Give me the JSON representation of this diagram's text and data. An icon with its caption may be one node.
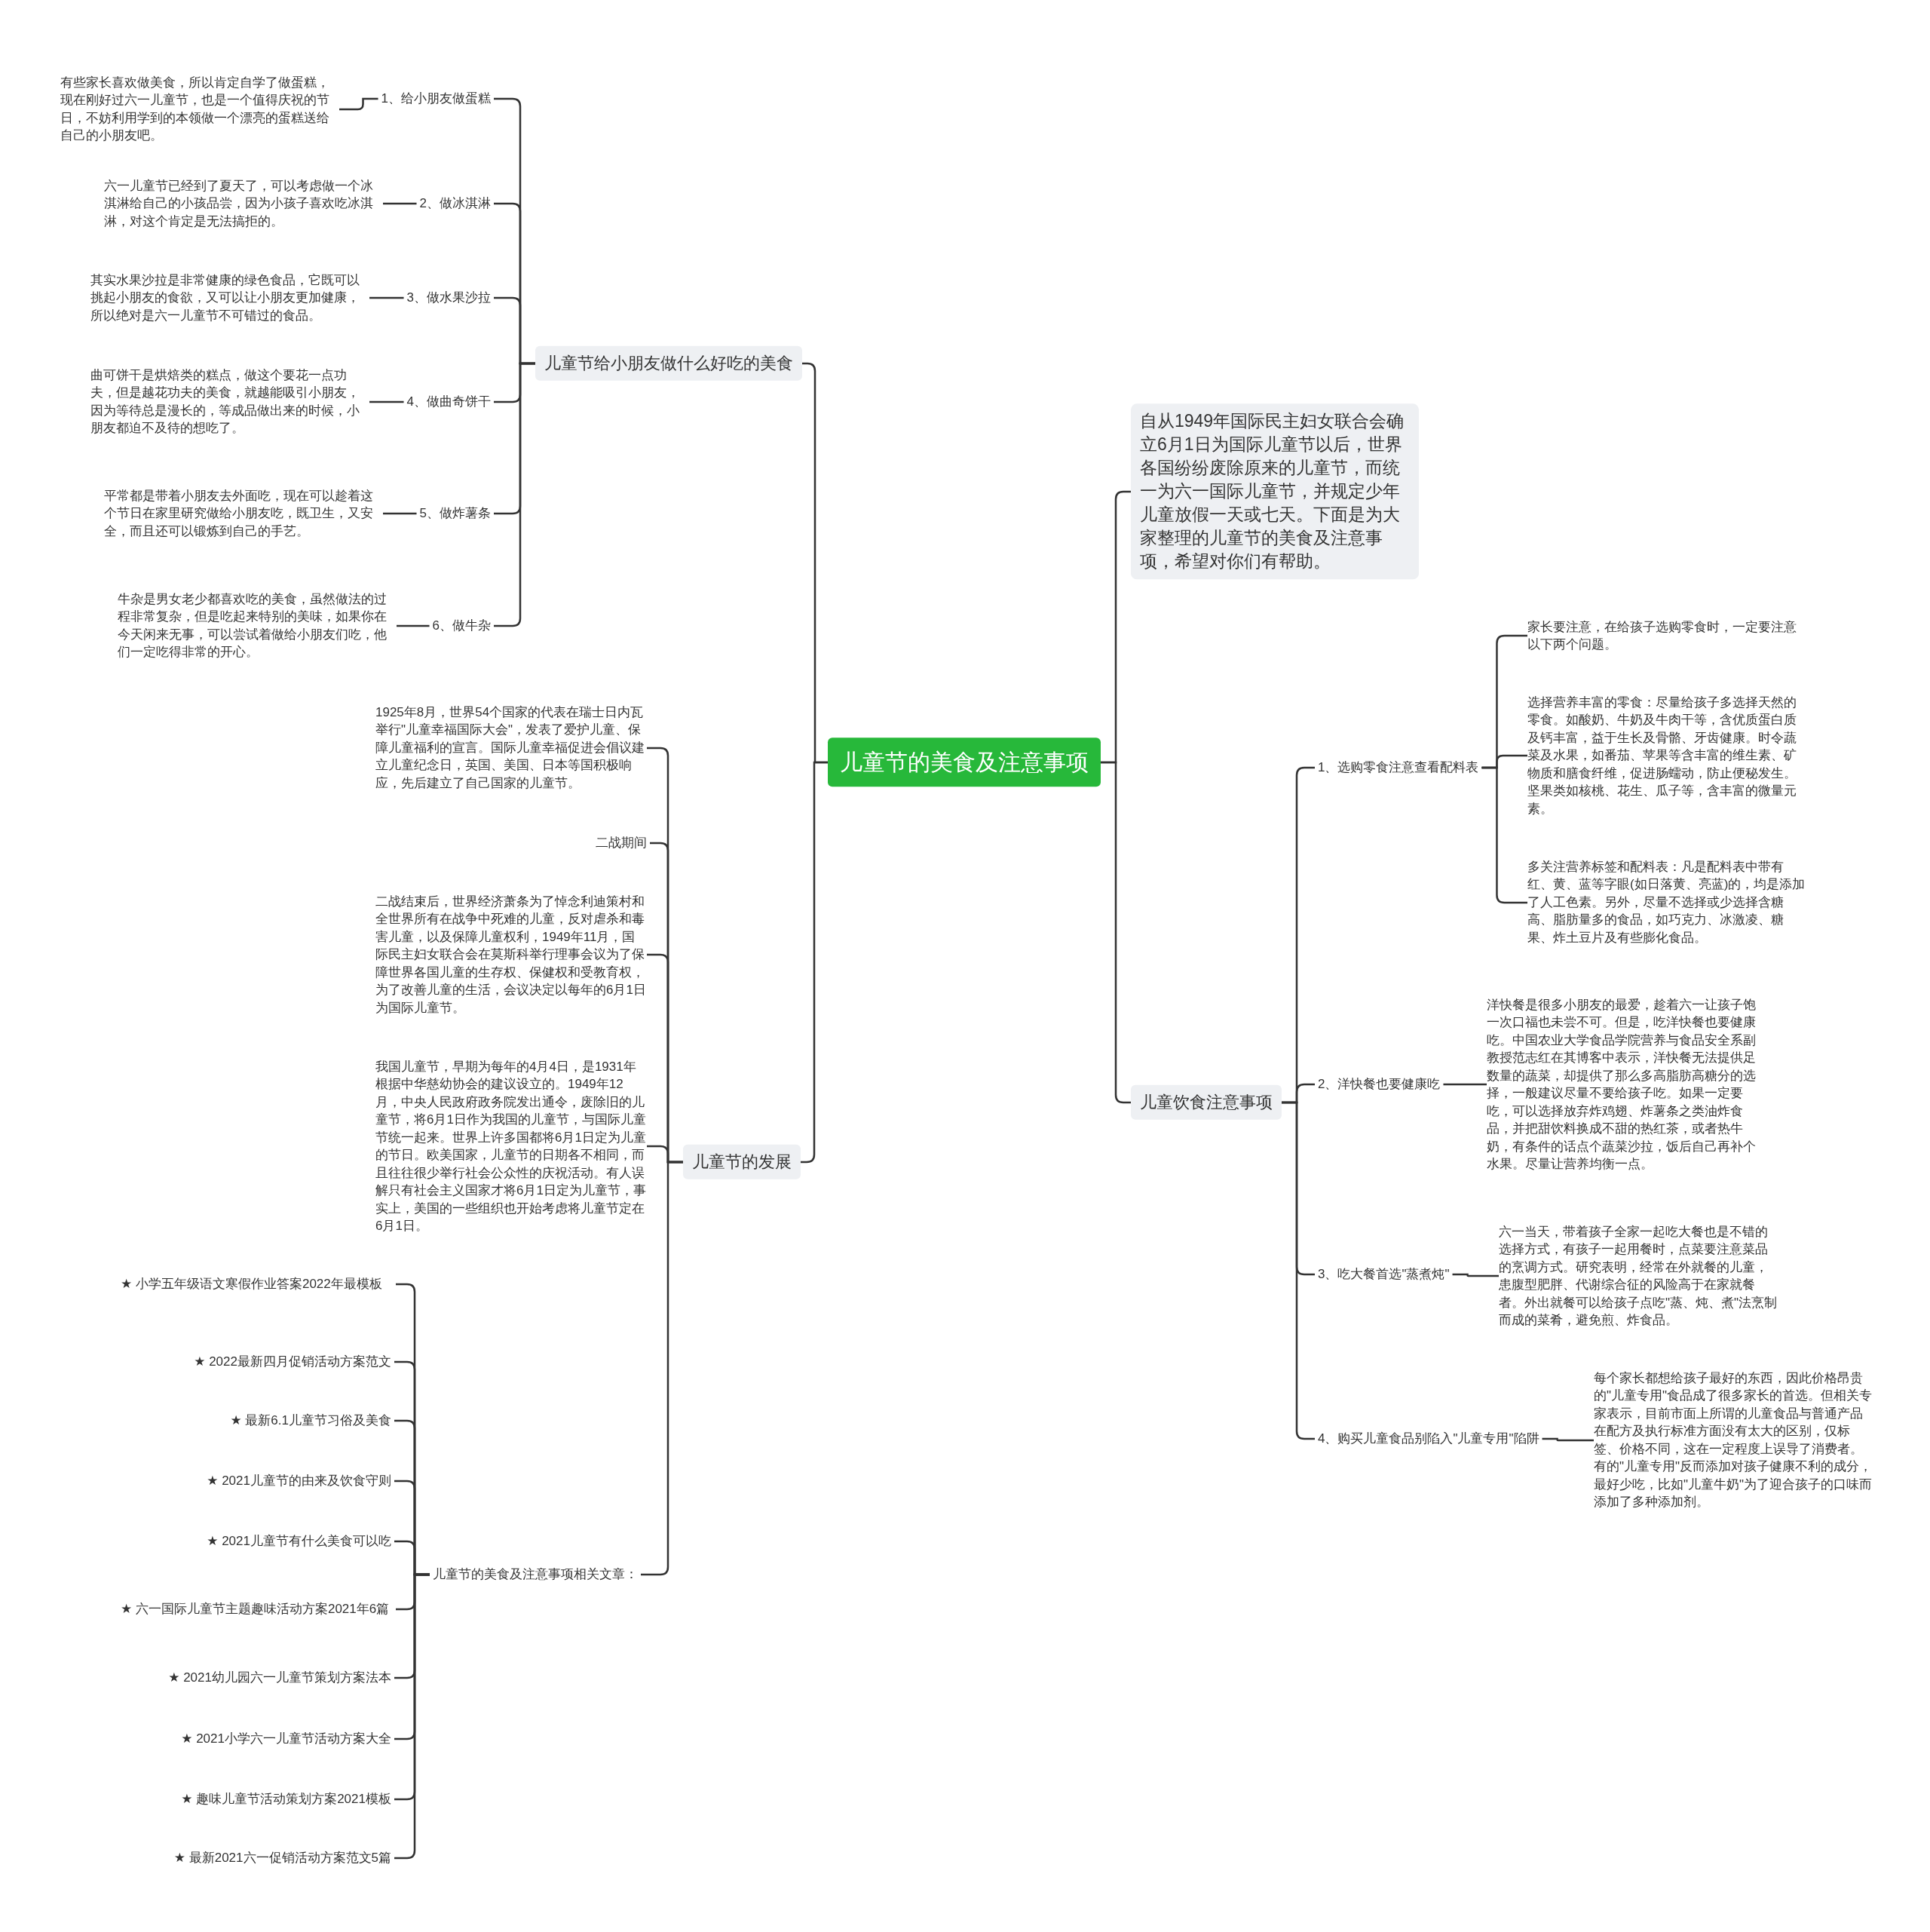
{
  "diagram": {
    "nodes": [
      {
        "text": [
          "儿童节的美食及注意事项"
        ]
      },
      {
        "text": [
          "儿童节给小朋友做什么好吃的美食"
        ]
      },
      {
        "text": [
          "1、给小朋友做蛋糕"
        ]
      },
      {
        "text": [
          "2、做冰淇淋"
        ]
      },
      {
        "text": [
          "3、做水果沙拉"
        ]
      },
      {
        "text": [
          "4、做曲奇饼干"
        ]
      },
      {
        "text": [
          "5、做炸薯条"
        ]
      },
      {
        "text": [
          "6、做牛杂"
        ]
      },
      {
        "text": [
          "有些家长喜欢做美食，所以肯定自学了做蛋糕，现在刚好过六一儿童节，也是一个值得庆祝的节日，不妨利用学到的本领做一个漂亮的蛋糕送给自己的小朋友吧。"
        ]
      },
      {
        "text": [
          "六一儿童节已经到了夏天了，可以考虑做一个冰淇淋给自己的小孩品尝，因为小孩子喜欢吃冰淇淋，对这个肯定是无法搞拒的。"
        ]
      },
      {
        "text": [
          "其实水果沙拉是非常健康的绿色食品，它既可以挑起小朋友的食欲，又可以让小朋友更加健康，所以绝对是六一儿童节不可错过的食品。"
        ]
      },
      {
        "text": [
          "曲可饼干是烘焙类的糕点，做这个要花一点功夫，但是越花功夫的美食，就越能吸引小朋友，因为等待总是漫长的，等成品做出来的时候，小朋友都迫不及待的想吃了。"
        ]
      },
      {
        "text": [
          "平常都是带着小朋友去外面吃，现在可以趁着这个节日在家里研究做给小朋友吃，既卫生，又安全，而且还可以锻炼到自己的手艺。"
        ]
      },
      {
        "text": [
          "牛杂是男女老少都喜欢吃的美食，虽然做法的过程非常复杂，但是吃起来特别的美味，如果你在今天闲来无事，可以尝试着做给小朋友们吃，他们一定吃得非常的开心。"
        ]
      },
      {
        "text": [
          "儿童节的发展"
        ]
      },
      {
        "text": [
          "1925年8月，世界54个国家的代表在瑞士日内瓦举行\"儿童幸福国际大会\"，发表了爱护儿童、保障儿童福利的宣言。国际儿童幸福促进会倡议建立儿童纪念日，英国、美国、日本等国积极响应，先后建立了自己国家的儿童节。"
        ]
      },
      {
        "text": [
          "二战期间"
        ]
      },
      {
        "text": [
          "二战结束后，世界经济萧条为了悼念利迪策村和全世界所有在战争中死难的儿童，反对虐杀和毒害儿童，以及保障儿童权利，1949年11月，国际民主妇女联合会在莫斯科举行理事会议为了保障世界各国儿童的生存权、保健权和受教育权，为了改善儿童的生活，会议决定以每年的6月1日为国际儿童节。"
        ]
      },
      {
        "text": [
          "我国儿童节，早期为每年的4月4日，是1931年根据中华慈幼协会的建议设立的。1949年12月，中央人民政府政务院发出通令，废除旧的儿童节，将6月1日作为我国的儿童节，与国际儿童节统一起来。世界上许多国都将6月1日定为儿童的节日。欧美国家，儿童节的日期各不相同，而且往往很少举行社会公众性的庆祝活动。有人误解只有社会主义国家才将6月1日定为儿童节，事实上，美国的一些组织也开始考虑将儿童节定在6月1日。"
        ]
      },
      {
        "text": [
          "儿童节的美食及注意事项相关文章："
        ]
      },
      {
        "text": [
          "★ 小学五年级语文寒假作业答案2022年最模板"
        ]
      },
      {
        "text": [
          "★ 2022最新四月促销活动方案范文"
        ]
      },
      {
        "text": [
          "★ 最新6.1儿童节习俗及美食"
        ]
      },
      {
        "text": [
          "★ 2021儿童节的由来及饮食守则"
        ]
      },
      {
        "text": [
          "★ 2021儿童节有什么美食可以吃"
        ]
      },
      {
        "text": [
          "★ 六一国际儿童节主题趣味活动方案2021年6篇"
        ]
      },
      {
        "text": [
          "★ 2021幼儿园六一儿童节策划方案法本"
        ]
      },
      {
        "text": [
          "★ 2021小学六一儿童节活动方案大全"
        ]
      },
      {
        "text": [
          "★ 趣味儿童节活动策划方案2021模板"
        ]
      },
      {
        "text": [
          "★ 最新2021六一促销活动方案范文5篇"
        ]
      },
      {
        "text": [
          "自从1949年国际民主妇女联合会确立6月1日为国际儿童节以后，世界各国纷纷废除原来的儿童节，而统一为六一国际儿童节，并规定少年儿童放假一天或七天。下面是为大家整理的儿童节的美食及注意事项，希望对你们有帮助。"
        ]
      },
      {
        "text": [
          "儿童饮食注意事项"
        ]
      },
      {
        "text": [
          "1、选购零食注意查看配料表"
        ]
      },
      {
        "text": [
          "家长要注意，在给孩子选购零食时，一定要注意以下两个问题。"
        ]
      },
      {
        "text": [
          "选择营养丰富的零食：尽量给孩子多选择天然的零食。如酸奶、牛奶及牛肉干等，含优质蛋白质及钙丰富，益于生长及骨骼、牙齿健康。时令蔬菜及水果，如番茄、苹果等含丰富的维生素、矿物质和膳食纤维，促进肠蠕动，防止便秘发生。坚果类如核桃、花生、瓜子等，含丰富的微量元素。"
        ]
      },
      {
        "text": [
          "多关注营养标签和配料表：凡是配料表中带有红、黄、蓝等字眼(如日落黄、亮蓝)的，均是添加了人工色素。另外，尽量不选择或少选择含糖高、脂肪量多的食品，如巧克力、冰激凌、糖果、炸土豆片及有些膨化食品。"
        ]
      },
      {
        "text": [
          "2、洋快餐也要健康吃"
        ]
      },
      {
        "text": [
          "洋快餐是很多小朋友的最爱，趁着六一让孩子饱一次口福也未尝不可。但是，吃洋快餐也要健康吃。中国农业大学食品学院营养与食品安全系副教授范志红在其博客中表示，洋快餐无法提供足数量的蔬菜，却提供了那么多高脂肪高糖分的选择，一般建议尽量不要给孩子吃。如果一定要吃，可以选择放弃炸鸡翅、炸薯条之类油炸食品，并把甜饮料换成不甜的热红茶，或者热牛奶，有条件的话点个蔬菜沙拉，饭后自己再补个水果。尽量让营养均衡一点。"
        ]
      },
      {
        "text": [
          "3、吃大餐首选\"蒸煮炖\""
        ]
      },
      {
        "text": [
          "六一当天，带着孩子全家一起吃大餐也是不错的选择方式，有孩子一起用餐时，点菜要注意菜品的烹调方式。研究表明，经常在外就餐的儿童，患腹型肥胖、代谢综合征的风险高于在家就餐者。外出就餐可以给孩子点吃\"蒸、炖、煮\"法烹制而成的菜肴，避免煎、炸食品。"
        ]
      },
      {
        "text": [
          "4、购买儿童食品别陷入\"儿童专用\"陷阱"
        ]
      },
      {
        "text": [
          "每个家长都想给孩子最好的东西，因此价格昂贵的\"儿童专用\"食品成了很多家长的首选。但相关专家表示，目前市面上所谓的儿童食品与普通产品在配方及执行标准方面没有太大的区别，仅标签、价格不同，这在一定程度上误导了消费者。有的\"儿童专用\"反而添加对孩子健康不利的成分，最好少吃，比如\"儿童牛奶\"为了迎合孩子的口味而添加了多种添加剂。"
        ]
      }
    ],
    "edges": [
      {
        "from": 0,
        "to": 1,
        "arrow": "none"
      },
      {
        "from": 0,
        "to": 14,
        "arrow": "none"
      },
      {
        "from": 0,
        "to": 30,
        "arrow": "none"
      },
      {
        "from": 0,
        "to": 31,
        "arrow": "none"
      },
      {
        "from": 1,
        "to": 2,
        "arrow": "none"
      },
      {
        "from": 1,
        "to": 3,
        "arrow": "none"
      },
      {
        "from": 1,
        "to": 4,
        "arrow": "none"
      },
      {
        "from": 1,
        "to": 5,
        "arrow": "none"
      },
      {
        "from": 1,
        "to": 6,
        "arrow": "none"
      },
      {
        "from": 1,
        "to": 7,
        "arrow": "none"
      },
      {
        "from": 2,
        "to": 8,
        "arrow": "none"
      },
      {
        "from": 3,
        "to": 9,
        "arrow": "none"
      },
      {
        "from": 4,
        "to": 10,
        "arrow": "none"
      },
      {
        "from": 5,
        "to": 11,
        "arrow": "none"
      },
      {
        "from": 6,
        "to": 12,
        "arrow": "none"
      },
      {
        "from": 7,
        "to": 13,
        "arrow": "none"
      },
      {
        "from": 14,
        "to": 15,
        "arrow": "none"
      },
      {
        "from": 14,
        "to": 16,
        "arrow": "none"
      },
      {
        "from": 14,
        "to": 17,
        "arrow": "none"
      },
      {
        "from": 14,
        "to": 18,
        "arrow": "none"
      },
      {
        "from": 14,
        "to": 19,
        "arrow": "none"
      },
      {
        "from": 19,
        "to": 20,
        "arrow": "none"
      },
      {
        "from": 19,
        "to": 21,
        "arrow": "none"
      },
      {
        "from": 19,
        "to": 22,
        "arrow": "none"
      },
      {
        "from": 19,
        "to": 23,
        "arrow": "none"
      },
      {
        "from": 19,
        "to": 24,
        "arrow": "none"
      },
      {
        "from": 19,
        "to": 25,
        "arrow": "none"
      },
      {
        "from": 19,
        "to": 26,
        "arrow": "none"
      },
      {
        "from": 19,
        "to": 27,
        "arrow": "none"
      },
      {
        "from": 19,
        "to": 28,
        "arrow": "none"
      },
      {
        "from": 19,
        "to": 29,
        "arrow": "none"
      },
      {
        "from": 31,
        "to": 32,
        "arrow": "none"
      },
      {
        "from": 31,
        "to": 36,
        "arrow": "none"
      },
      {
        "from": 31,
        "to": 38,
        "arrow": "none"
      },
      {
        "from": 31,
        "to": 40,
        "arrow": "none"
      },
      {
        "from": 32,
        "to": 33,
        "arrow": "none"
      },
      {
        "from": 32,
        "to": 34,
        "arrow": "none"
      },
      {
        "from": 32,
        "to": 35,
        "arrow": "none"
      },
      {
        "from": 36,
        "to": 37,
        "arrow": "none"
      },
      {
        "from": 38,
        "to": 39,
        "arrow": "none"
      },
      {
        "from": 40,
        "to": 41,
        "arrow": "none"
      }
    ]
  }
}
